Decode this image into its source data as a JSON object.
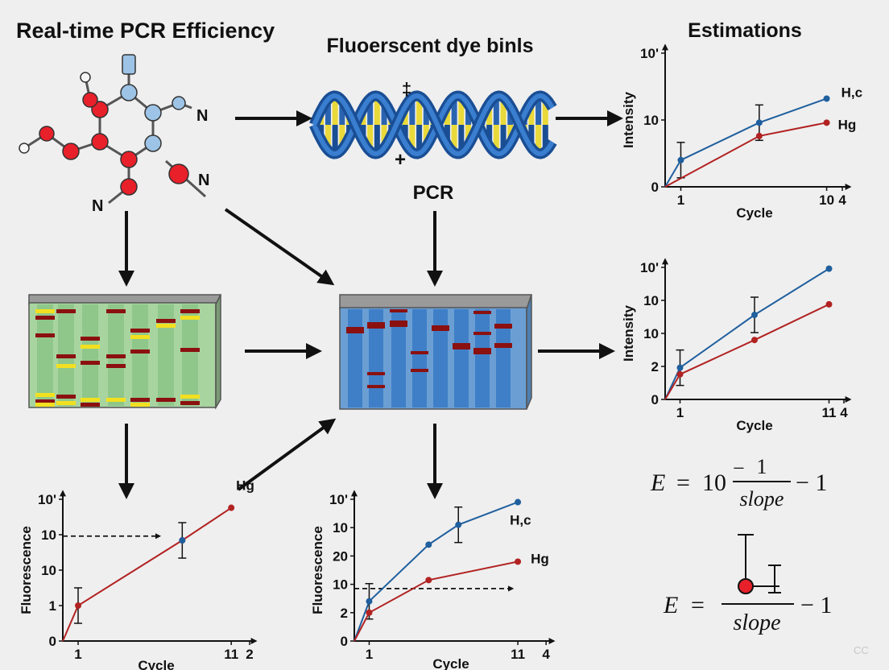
{
  "titles": {
    "main": "Real-time PCR Efficiency",
    "center": "Fluoerscent dye binls",
    "right": "Estimations"
  },
  "molecule": {
    "atom_labels": [
      "N",
      "N",
      "N"
    ]
  },
  "dna": {
    "plus_top": "‡",
    "plus_bottom": "+",
    "pcr_label": "PCR"
  },
  "colors": {
    "blue_series": "#1f5f9e",
    "red_series": "#b22222",
    "gel_green": "#a8d4a0",
    "gel_blue": "#6b9fd4",
    "band_yellow": "#f2e020",
    "band_red": "#8b1010",
    "atom_red": "#e8202a",
    "atom_blue": "#9dc4e6",
    "dna_blue": "#2a64b0",
    "dna_yellow": "#e9d93a"
  },
  "equations": {
    "eq1": {
      "lhs": "E",
      "equals": "=",
      "base": "10",
      "neg": "−",
      "num": "1",
      "den": "slope",
      "tail": "− 1"
    },
    "eq2": {
      "lhs": "E",
      "equals": "=",
      "den": "slope",
      "tail": "− 1"
    }
  },
  "watermark": "CC",
  "chart_data": [
    {
      "id": "top-right",
      "type": "line",
      "xlabel": "Cycle",
      "ylabel": "Intensity",
      "xticks": [
        "1",
        "10",
        "4"
      ],
      "yticks": [
        "0",
        "10",
        "10ʹ"
      ],
      "series": [
        {
          "name": "H,c",
          "color": "#1f5f9e",
          "x": [
            0,
            1,
            6,
            10.3
          ],
          "y": [
            0,
            0.2,
            0.48,
            0.66
          ],
          "error_idx": [
            1,
            2
          ]
        },
        {
          "name": "Hg",
          "color": "#b22222",
          "x": [
            0,
            6,
            10.3
          ],
          "y": [
            0,
            0.38,
            0.48
          ],
          "error_idx": []
        }
      ]
    },
    {
      "id": "mid-right",
      "type": "line",
      "xlabel": "Cycle",
      "ylabel": "Intensity",
      "xticks": [
        "1",
        "11",
        "4"
      ],
      "yticks": [
        "0",
        "2",
        "10",
        "10",
        "10ʹ"
      ],
      "series": [
        {
          "name": "",
          "color": "#1f5f9e",
          "x": [
            0,
            1,
            6,
            11
          ],
          "y": [
            0,
            0.24,
            0.64,
            0.99
          ],
          "error_idx": [
            1,
            2
          ]
        },
        {
          "name": "",
          "color": "#b22222",
          "x": [
            0,
            1,
            6,
            11
          ],
          "y": [
            0,
            0.19,
            0.45,
            0.72
          ],
          "error_idx": []
        }
      ]
    },
    {
      "id": "bottom-left",
      "type": "line",
      "xlabel": "Cycle",
      "ylabel": "Fluorescence",
      "xticks": [
        "1",
        "11",
        "2"
      ],
      "yticks": [
        "0",
        "1",
        "10",
        "10",
        "10ʹ"
      ],
      "threshold_y": 0.74,
      "series": [
        {
          "name": "Hg",
          "color": "#b22222",
          "x": [
            0,
            1,
            7.8,
            11
          ],
          "y": [
            0,
            0.25,
            0.71,
            0.94
          ],
          "error_idx": [
            1
          ]
        },
        {
          "name": "",
          "color": "#1f5f9e",
          "x": [
            7.8
          ],
          "y": [
            0.71
          ],
          "error_idx": [
            0
          ]
        }
      ]
    },
    {
      "id": "bottom-center",
      "type": "line",
      "xlabel": "Cycle",
      "ylabel": "Fluorescence",
      "xticks": [
        "1",
        "11",
        "4"
      ],
      "yticks": [
        "0",
        "2",
        "10",
        "20",
        "10",
        "10ʹ"
      ],
      "threshold_y": 0.37,
      "series": [
        {
          "name": "H,c",
          "color": "#1f5f9e",
          "x": [
            0,
            1,
            5,
            7,
            11
          ],
          "y": [
            0,
            0.28,
            0.68,
            0.82,
            0.98
          ],
          "error_idx": [
            1,
            3
          ]
        },
        {
          "name": "Hg",
          "color": "#b22222",
          "x": [
            0,
            1,
            5,
            11
          ],
          "y": [
            0,
            0.2,
            0.43,
            0.56
          ],
          "error_idx": []
        }
      ]
    }
  ]
}
